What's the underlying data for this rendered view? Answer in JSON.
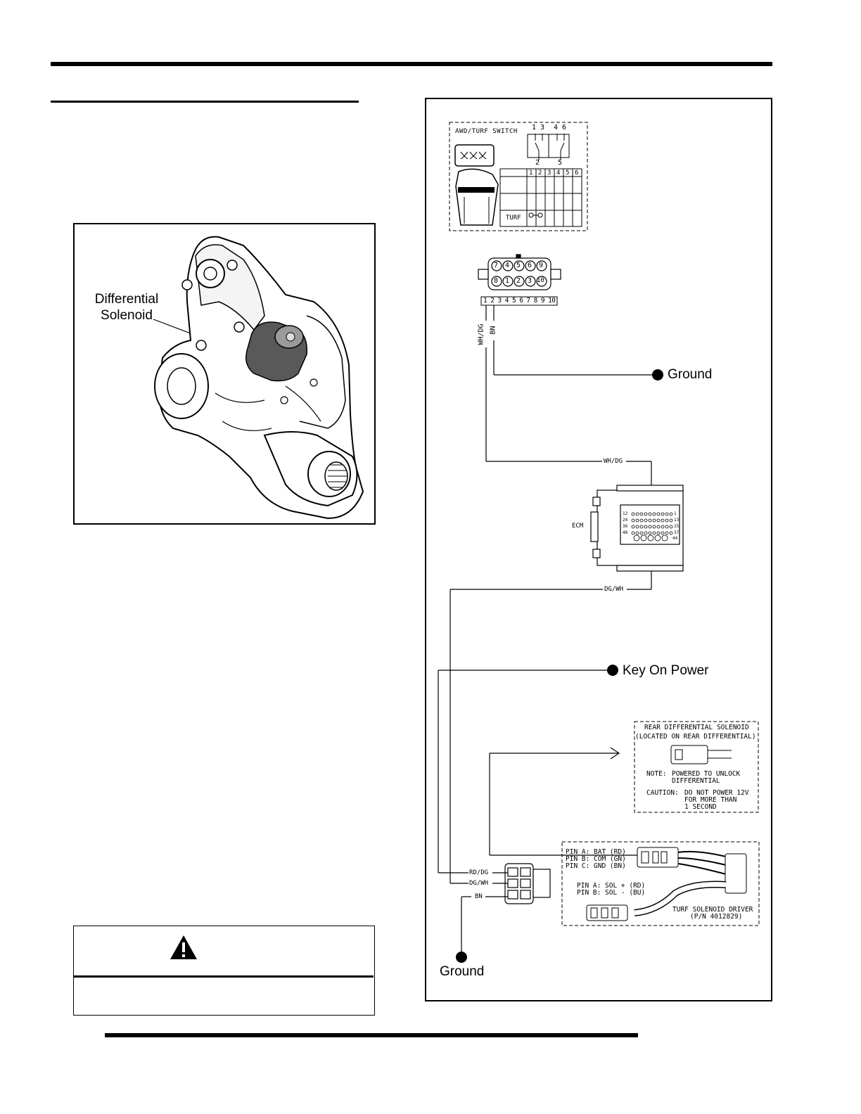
{
  "photo": {
    "label_line1": "Differential",
    "label_line2": "Solenoid"
  },
  "diagram": {
    "switch_title": "AWD/TURF SWITCH",
    "switch_pins_top_left": "1 3",
    "switch_pins_top_right": "4 6",
    "switch_pin_bottom_left": "2",
    "switch_pin_bottom_right": "5",
    "table_headers": [
      "1",
      "2",
      "3",
      "4",
      "5",
      "6"
    ],
    "table_row_label": "TURF",
    "connector_top_row": [
      "7",
      "4",
      "5",
      "6",
      "9"
    ],
    "connector_bottom_row": [
      "8",
      "1",
      "2",
      "3",
      "10"
    ],
    "pin_strip": "1 2 3 4 5 6 7 8 9 10",
    "wire_wh_dg": "WH/DG",
    "wire_bn": "BN",
    "ground_label_1": "Ground",
    "wire_wh_dg_2": "WH/DG",
    "ecm_label": "ECM",
    "ecm_row_labels": [
      "12",
      "24",
      "36",
      "48"
    ],
    "ecm_row_end_labels": [
      "1",
      "13",
      "25",
      "37"
    ],
    "ecm_last_label": "44",
    "wire_dg_wh": "DG/WH",
    "key_on_power_label": "Key On Power",
    "solenoid_title": "REAR DIFFERENTIAL SOLENOID",
    "solenoid_subtitle": "(LOCATED ON REAR DIFFERENTIAL)",
    "note_label": "NOTE:",
    "note_text_1": "POWERED TO UNLOCK",
    "note_text_2": "DIFFERENTIAL",
    "caution_label": "CAUTION:",
    "caution_text_1": "DO NOT POWER 12V",
    "caution_text_2": "FOR MORE THAN",
    "caution_text_3": "1 SECOND",
    "pins_upper": [
      "PIN A: BAT (RD)",
      "PIN B: COM (GN)",
      "PIN C: GND (BN)"
    ],
    "pins_lower": [
      "PIN A: SOL + (RD)",
      "PIN B: SOL - (BU)"
    ],
    "driver_name": "TURF SOLENOID DRIVER",
    "driver_pn": "(P/N 4012829)",
    "wire_rd_dg": "RD/DG",
    "wire_dg_wh_2": "DG/WH",
    "wire_bn_2": "BN",
    "ground_label_2": "Ground"
  },
  "warning": {
    "icon": "warning-triangle-icon"
  }
}
